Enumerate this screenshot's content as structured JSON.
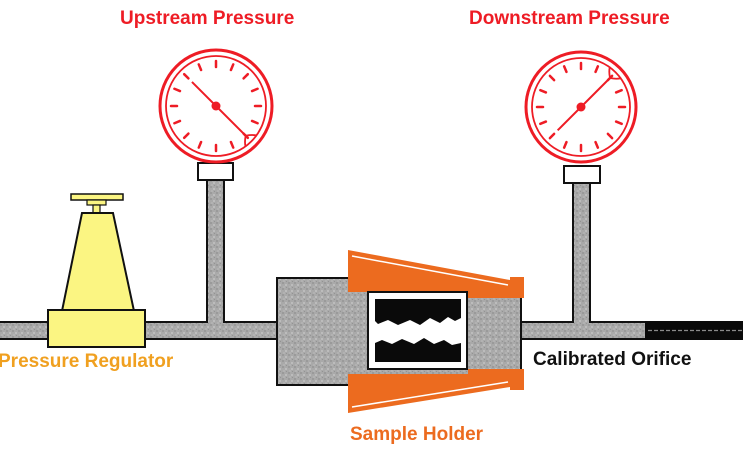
{
  "title": "Gas permeability test apparatus",
  "labels": {
    "upstream": "Upstream Pressure",
    "downstream": "Downstream Pressure",
    "regulator": "Pressure Regulator",
    "sample_holder": "Sample Holder",
    "orifice": "Calibrated Orifice"
  },
  "colors": {
    "gauge": "#ee1c25",
    "regulator_fill": "#fbf582",
    "regulator_label": "#f0a020",
    "holder": "#ec6b1f",
    "pipe": "#a8a8a8",
    "outline": "#111111",
    "orifice_label": "#111111"
  },
  "gauges": [
    {
      "name": "upstream",
      "needle_angle_deg": 135
    },
    {
      "name": "downstream",
      "needle_angle_deg": 45
    }
  ]
}
